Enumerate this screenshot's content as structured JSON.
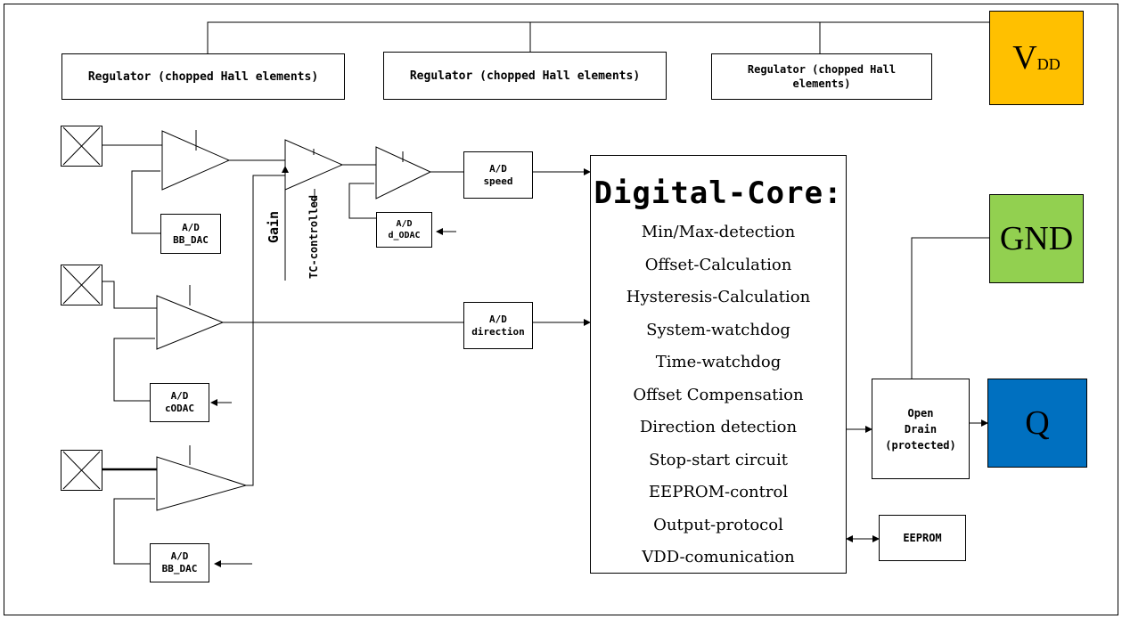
{
  "regulators": [
    "Regulator (chopped Hall elements)",
    "Regulator (chopped Hall elements)",
    "Regulator (chopped Hall\nelements)"
  ],
  "pins": {
    "vdd_main": "V",
    "vdd_sub": "DD",
    "gnd": "GND",
    "q": "Q",
    "vdd_color": "#FFC000",
    "gnd_color": "#92D050",
    "q_color": "#0070C0"
  },
  "adc": {
    "bb_dac_top": "A/D\nBB_DAC",
    "d_odac": "A/D\nd_ODAC",
    "speed": "A/D\nspeed",
    "direction": "A/D\ndirection",
    "codac": "A/D\ncODAC",
    "bb_dac_bottom": "A/D\nBB_DAC"
  },
  "labels": {
    "gain": "Gain",
    "tc_controlled": "TC-controlled"
  },
  "core": {
    "title": "Digital-Core:",
    "items": [
      "Min/Max-detection",
      "Offset-Calculation",
      "Hysteresis-Calculation",
      "System-watchdog",
      "Time-watchdog",
      "Offset Compensation",
      "Direction detection",
      "Stop-start circuit",
      "EEPROM-control",
      "Output-protocol",
      "VDD-comunication"
    ]
  },
  "open_drain": "Open\nDrain\n(protected)",
  "eeprom": "EEPROM"
}
